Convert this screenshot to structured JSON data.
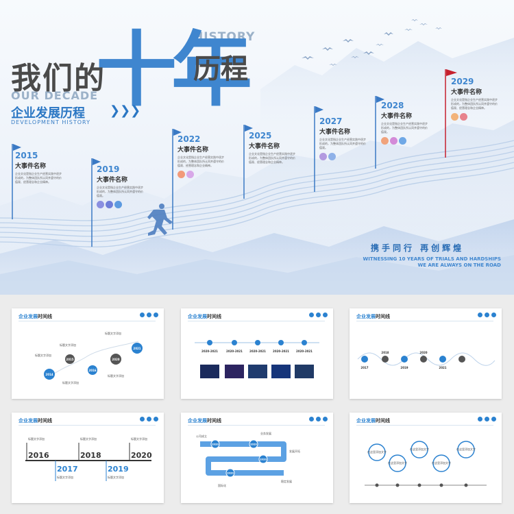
{
  "hero": {
    "title_left": "我们的",
    "title_big": "十年",
    "title_right": "历程",
    "history_en": "HISTORY",
    "decade_en": "OUR DECADE",
    "subtitle": "企业发展历程",
    "chevrons": "❯❯❯",
    "development_en": "DEVELOPMENT HISTORY",
    "slogan_cn": "携手同行 再创辉煌",
    "slogan_en_1": "WITNESSING 10 YEARS OF TRIALS AND HARDSHIPS",
    "slogan_en_2": "WE ARE ALWAYS ON THE ROAD",
    "events": [
      {
        "year": "2015",
        "name": "大事件名称",
        "desc": "企业文化是指企业生产经营实践中逐步形成的，为整体团队所认同并遵守的价值观、经营理念和企业精神。",
        "dots": [
          "#a0c4ea",
          "#6e9fd6"
        ]
      },
      {
        "year": "2019",
        "name": "大事件名称",
        "desc": "企业文化是指企业生产经营实践中逐步形成的，为整体团队所认同并遵守的价值观。",
        "dots": [
          "#8a8fe0",
          "#6f7ed8",
          "#5c9ae0"
        ]
      },
      {
        "year": "2022",
        "name": "大事件名称",
        "desc": "企业文化是指企业生产经营实践中逐步形成的，为整体团队所认同并遵守的价值观、经营理念和企业精神。",
        "dots": [
          "#f29a7a",
          "#d8a8e8"
        ]
      },
      {
        "year": "2025",
        "name": "大事件名称",
        "desc": "企业文化是指企业生产经营实践中逐步形成的，为整体团队所认同并遵守的价值观、经营理念和企业精神。",
        "dots": []
      },
      {
        "year": "2027",
        "name": "大事件名称",
        "desc": "企业文化是指企业生产经营实践中逐步形成的，为整体团队所认同并遵守的价值观。",
        "dots": [
          "#b39ae0",
          "#8fb1e8"
        ]
      },
      {
        "year": "2028",
        "name": "大事件名称",
        "desc": "企业文化是指企业生产经营实践中逐步形成的，为整体团队所认同并遵守的价值观。",
        "dots": [
          "#f0a37c",
          "#d38bd8",
          "#6fa8e6"
        ]
      },
      {
        "year": "2029",
        "name": "大事件名称",
        "desc": "企业文化是指企业生产经营实践中逐步形成的，为整体团队所认同并遵守的价值观、经营理念和企业精神。",
        "dots": [
          "#f2b37a",
          "#e7828c"
        ]
      }
    ]
  },
  "slides": {
    "header_blue": "企业发展",
    "header_dark": "时间线",
    "s1": {
      "label": "标题文字添加",
      "years": [
        "2014",
        "2015",
        "2016",
        "2020",
        "2021"
      ]
    },
    "s2": {
      "ranges": [
        "2020-2021",
        "2020-2021",
        "2020-2021",
        "2020-2021",
        "2020-2021"
      ]
    },
    "s3": {
      "years_top": [
        "2018",
        "2020"
      ],
      "years_bottom": [
        "2017",
        "2019",
        "2021"
      ]
    },
    "s4": {
      "label": "标题文字添加",
      "years_top": [
        "2016",
        "2018",
        "2020"
      ],
      "years_bottom": [
        "2017",
        "2019"
      ]
    },
    "s5": {
      "labels": [
        "公司成立",
        "业务发展",
        "发展开拓",
        "国际化",
        "稳定发展"
      ],
      "years": [
        "2020",
        "2020",
        "2020",
        "2020"
      ]
    },
    "s6": {
      "label": "在这里添加文字"
    }
  },
  "colors": {
    "accent": "#2b82d0",
    "flag": "#3a79c4",
    "flag_final": "#c6202e"
  }
}
